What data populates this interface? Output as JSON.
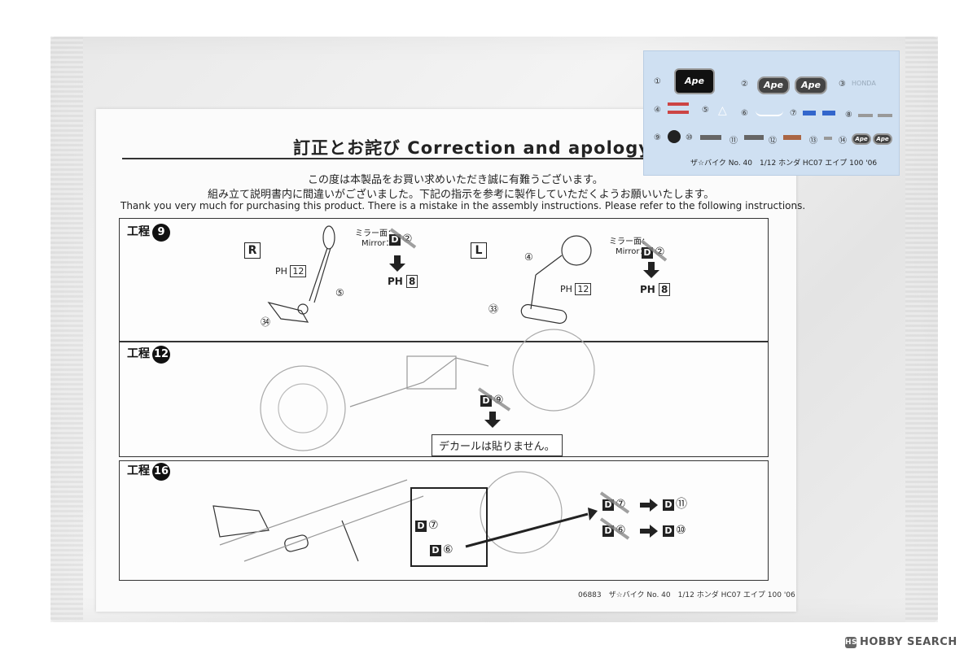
{
  "sheet": {
    "title": "訂正とお詫び Correction and apology",
    "intro_jp_1": "この度は本製品をお買い求めいただき誠に有難うございます。",
    "intro_jp_2": "組み立て説明書内に間違いがございました。下記の指示を参考に製作していただくようお願いいたします。",
    "intro_en": "Thank you very much for purchasing this product. There is a mistake in the assembly instructions. Please refer to the following instructions."
  },
  "steps": [
    {
      "label": "工程",
      "number": "9",
      "side_r": "R",
      "side_l": "L",
      "mirror_jp": "ミラー面：",
      "mirror_en": "Mirror：",
      "old_decal": "②",
      "new_part": "12",
      "new_part_alt": "8",
      "parts": [
        "⑤",
        "㉞",
        "④",
        "㉝"
      ]
    },
    {
      "label": "工程",
      "number": "12",
      "old_decal": "⑨",
      "note": "デカールは貼りません。"
    },
    {
      "label": "工程",
      "number": "16",
      "decal_a": "⑦",
      "decal_b": "⑥",
      "replace_1_from": "⑦",
      "replace_1_to": "⑪",
      "replace_2_from": "⑥",
      "replace_2_to": "⑩"
    }
  ],
  "decal_sheet": {
    "logo": "Ape",
    "numbers": [
      "①",
      "②",
      "③",
      "④",
      "⑤",
      "⑥",
      "⑦",
      "⑧",
      "⑨",
      "⑩",
      "⑪",
      "⑫",
      "⑬",
      "⑭"
    ],
    "brand_text": "HONDA",
    "caption": "ザ☆バイク No. 40　1/12 ホンダ HC07 エイプ 100 '06"
  },
  "footer": "06883　ザ☆バイク No. 40　1/12 ホンダ HC07 エイプ 100 '06",
  "watermark": "HOBBY SEARCH",
  "watermark_icon": "HS",
  "d_mark": "D",
  "ph_mark": "PH"
}
